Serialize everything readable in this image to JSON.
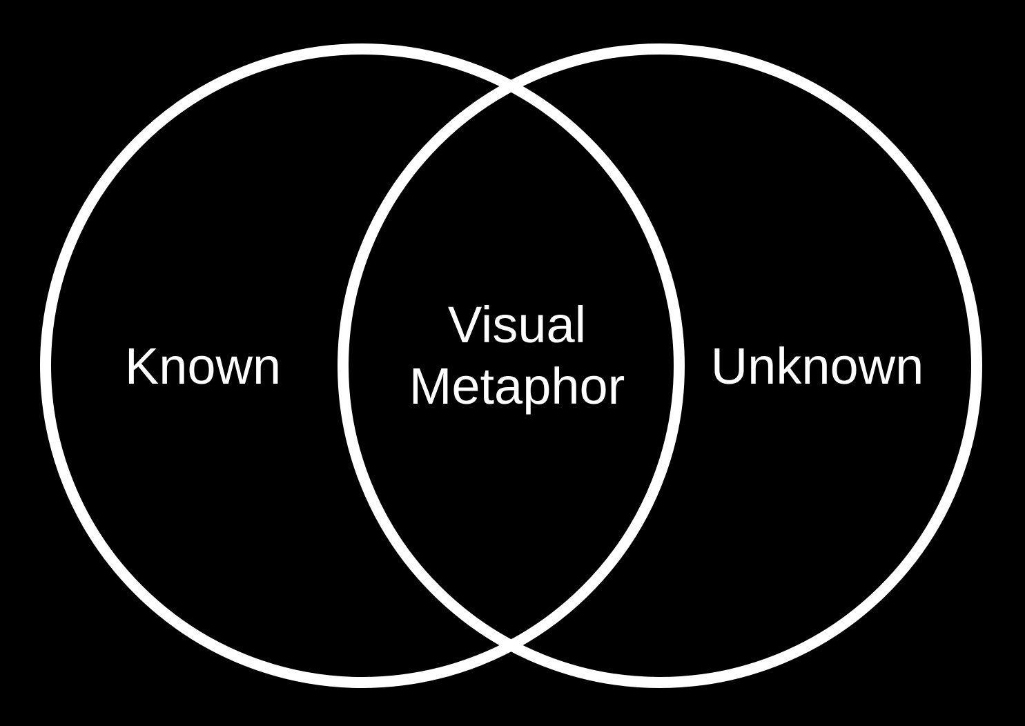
{
  "diagram": {
    "type": "venn",
    "background_color": "#000000",
    "stroke_color": "#ffffff",
    "text_color": "#ffffff",
    "sets": [
      {
        "label": "Known"
      },
      {
        "label": "Unknown"
      }
    ],
    "intersection": {
      "label_line_1": "Visual",
      "label_line_2": "Metaphor"
    }
  }
}
